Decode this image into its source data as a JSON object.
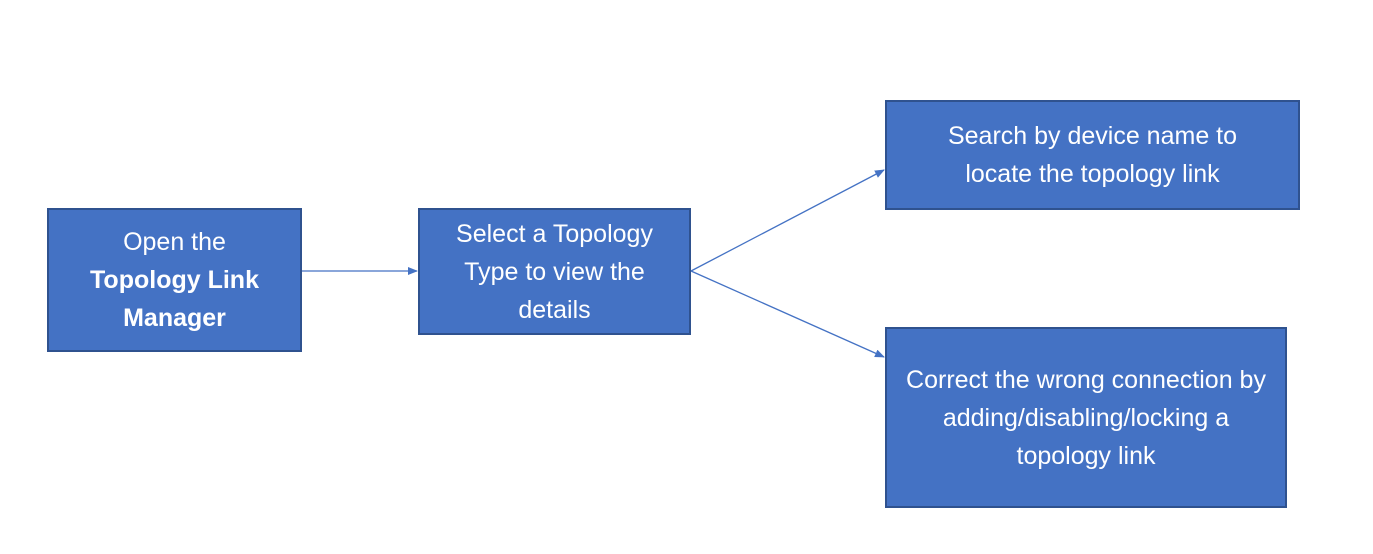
{
  "diagram": {
    "colors": {
      "box_fill": "#4472C4",
      "box_border": "#2F528F",
      "text": "#FFFFFF",
      "arrow": "#4472C4"
    },
    "steps": [
      {
        "id": "open",
        "line1": "Open the",
        "bold": "Topology Link Manager"
      },
      {
        "id": "select",
        "text": "Select a Topology Type to view the details"
      },
      {
        "id": "search",
        "text": "Search by device name to locate the topology link"
      },
      {
        "id": "correct",
        "text": "Correct the wrong connection by adding/disabling/locking a topology link"
      }
    ],
    "connections": [
      {
        "from": "open",
        "to": "select"
      },
      {
        "from": "select",
        "to": "search"
      },
      {
        "from": "select",
        "to": "correct"
      }
    ]
  }
}
